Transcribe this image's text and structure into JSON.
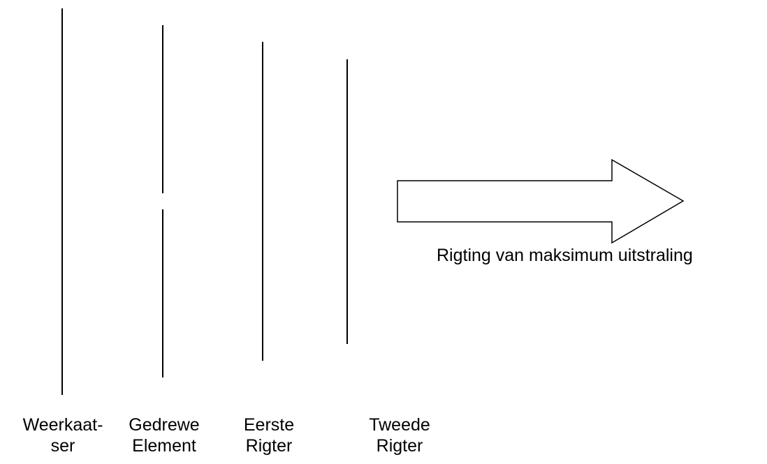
{
  "diagram": {
    "elements": [
      {
        "id": "reflector",
        "label_line1": "Weerkaat-",
        "label_line2": "ser"
      },
      {
        "id": "driven-element",
        "label_line1": "Gedrewe",
        "label_line2": "Element"
      },
      {
        "id": "first-director",
        "label_line1": "Eerste",
        "label_line2": "Rigter"
      },
      {
        "id": "second-director",
        "label_line1": "Tweede",
        "label_line2": "Rigter"
      }
    ],
    "arrow_caption": "Rigting van maksimum uitstraling",
    "line_color": "#000000",
    "background_color": "#ffffff"
  }
}
